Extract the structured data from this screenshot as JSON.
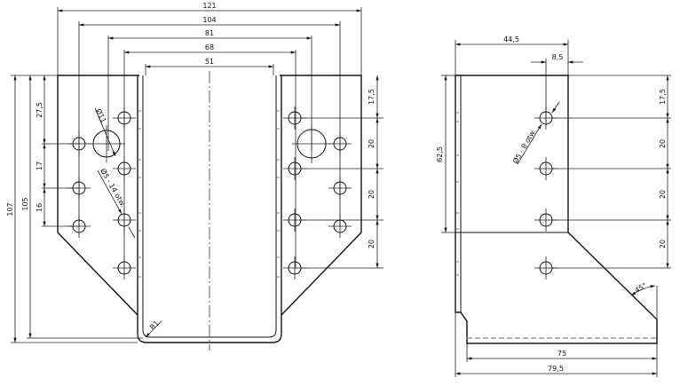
{
  "front_view": {
    "widths": [
      "121",
      "104",
      "81",
      "68",
      "51"
    ],
    "heights_left": [
      "107",
      "105",
      "27,5",
      "17",
      "16"
    ],
    "heights_right": [
      "17,5",
      "20",
      "20",
      "20"
    ],
    "big_hole": "Ø11",
    "small_holes": "Ø5 - 14 otw.",
    "radius": "R1"
  },
  "side_view": {
    "width_top": "44,5",
    "hole_offset": "8,5",
    "height_plate": "62,5",
    "heights_right": [
      "17,5",
      "20",
      "20",
      "20"
    ],
    "holes": "Ø5 - 8 otw.",
    "angle": "45°",
    "base_inner": "75",
    "base_outer": "79,5"
  }
}
